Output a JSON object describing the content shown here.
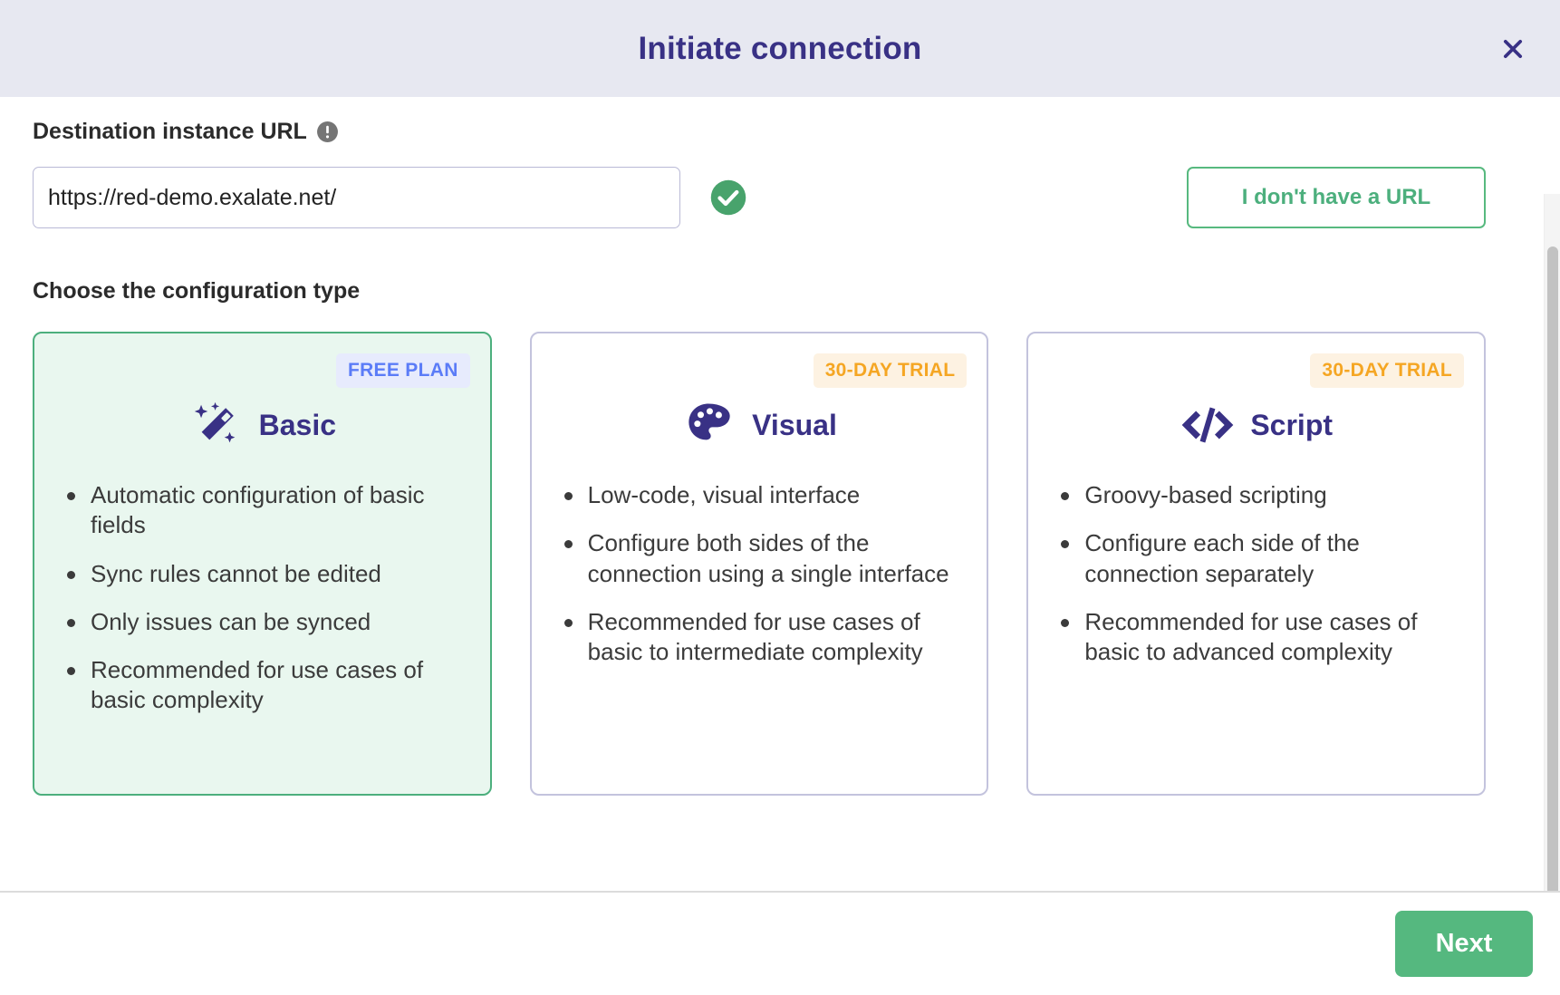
{
  "header": {
    "title": "Initiate connection",
    "close_label": "×",
    "close_icon": "close-icon",
    "background": "#e7e8f1",
    "title_color": "#393185"
  },
  "url_field": {
    "label": "Destination instance URL",
    "info_icon": "info-exclamation-icon",
    "value": "https://red-demo.exalate.net/",
    "placeholder": "https://",
    "valid_icon": "check-circle-icon",
    "valid_icon_color": "#48a36c",
    "no_url_button": "I don't have a URL",
    "no_url_button_color": "#4caf7d"
  },
  "config_section": {
    "heading": "Choose the configuration type",
    "cards": [
      {
        "id": "basic",
        "title": "Basic",
        "icon": "magic-wand-icon",
        "badge": "FREE PLAN",
        "badge_type": "free",
        "badge_color": "#5b7cf7",
        "badge_bg": "#e7ebfd",
        "selected": true,
        "bullets": [
          "Automatic configuration of basic fields",
          "Sync rules cannot be edited",
          "Only issues can be synced",
          "Recommended for use cases of basic complexity"
        ]
      },
      {
        "id": "visual",
        "title": "Visual",
        "icon": "palette-icon",
        "badge": "30-DAY TRIAL",
        "badge_type": "trial",
        "badge_color": "#f5a623",
        "badge_bg": "#fdf2e2",
        "selected": false,
        "bullets": [
          "Low-code, visual interface",
          "Configure both sides of the connection using a single interface",
          "Recommended for use cases of basic to intermediate complexity"
        ]
      },
      {
        "id": "script",
        "title": "Script",
        "icon": "code-brackets-icon",
        "badge": "30-DAY TRIAL",
        "badge_type": "trial",
        "badge_color": "#f5a623",
        "badge_bg": "#fdf2e2",
        "selected": false,
        "bullets": [
          "Groovy-based scripting",
          "Configure each side of the connection separately",
          "Recommended for use cases of basic to advanced complexity"
        ]
      }
    ]
  },
  "footer": {
    "next_label": "Next",
    "next_color": "#55b87f"
  }
}
